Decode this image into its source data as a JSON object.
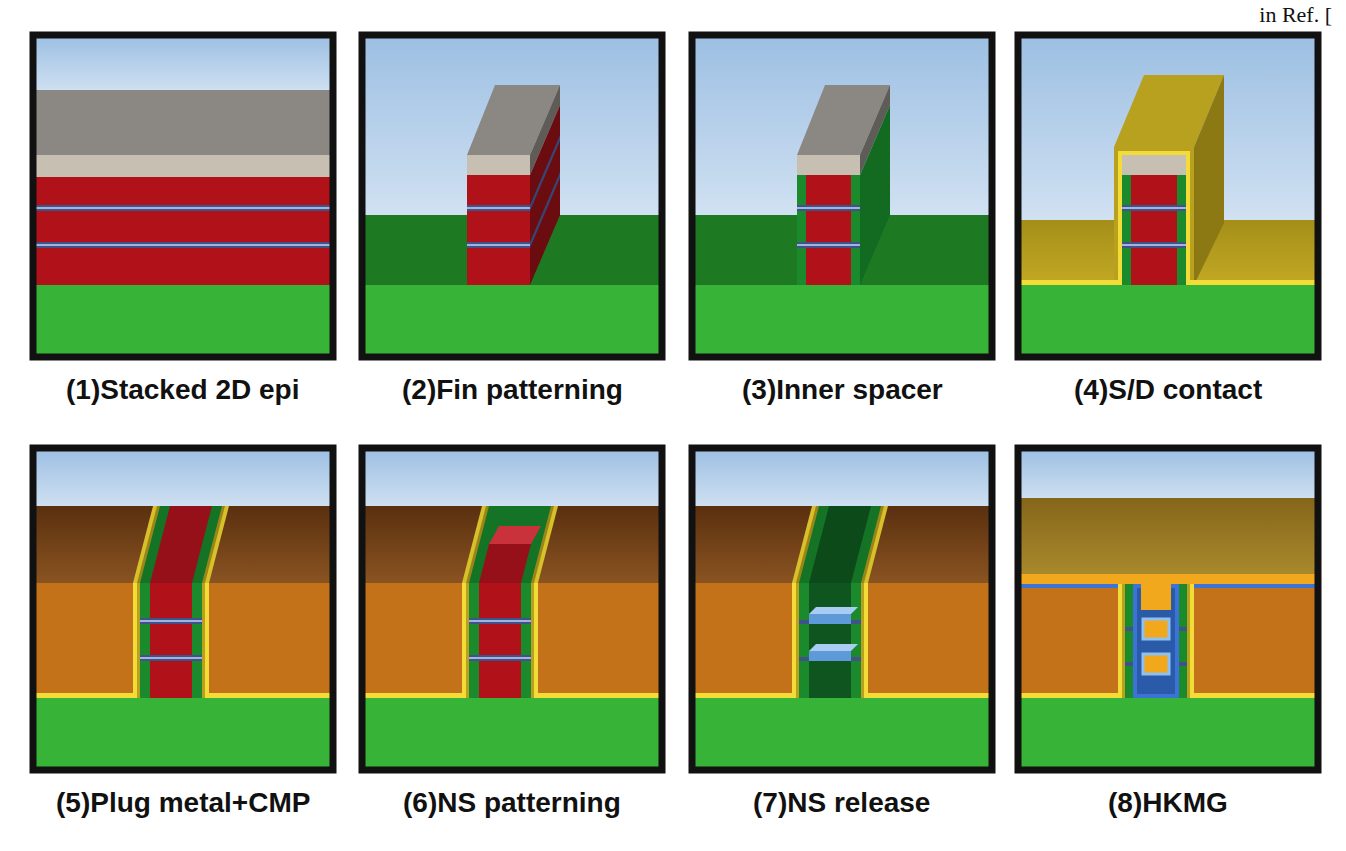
{
  "diagram": {
    "nodes": [
      {
        "text": [
          "(1)Stacked 2D epi"
        ]
      },
      {
        "text": [
          "(2)Fin patterning"
        ]
      },
      {
        "text": [
          "(3)Inner spacer"
        ]
      },
      {
        "text": [
          "(4)S/D contact"
        ]
      },
      {
        "text": [
          "(5)Plug metal+CMP"
        ]
      },
      {
        "text": [
          "(6)NS patterning"
        ]
      },
      {
        "text": [
          "(7)NS release"
        ]
      },
      {
        "text": [
          "(8)HKMG"
        ]
      }
    ],
    "labels": [
      "in Ref. ["
    ]
  }
}
